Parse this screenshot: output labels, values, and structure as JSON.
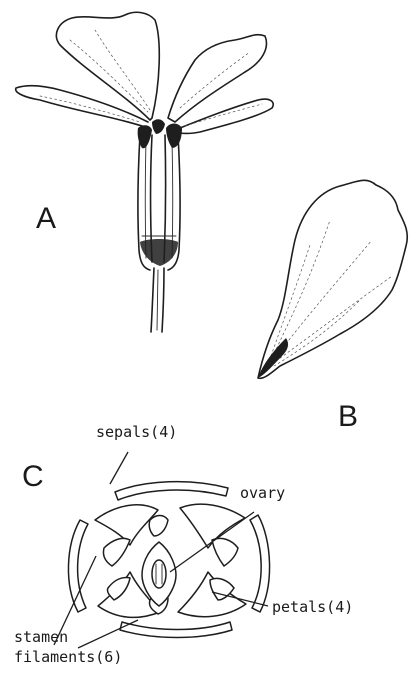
{
  "panels": {
    "a": {
      "label": "A"
    },
    "b": {
      "label": "B"
    },
    "c": {
      "label": "C"
    }
  },
  "annotations": {
    "sepals": "sepals(4)",
    "ovary": "ovary",
    "petals": "petals(4)",
    "stamen_line1": "stamen",
    "stamen_line2": "filaments(6)"
  },
  "colors": {
    "ink": "#1e1e1e",
    "background": "#ffffff"
  }
}
